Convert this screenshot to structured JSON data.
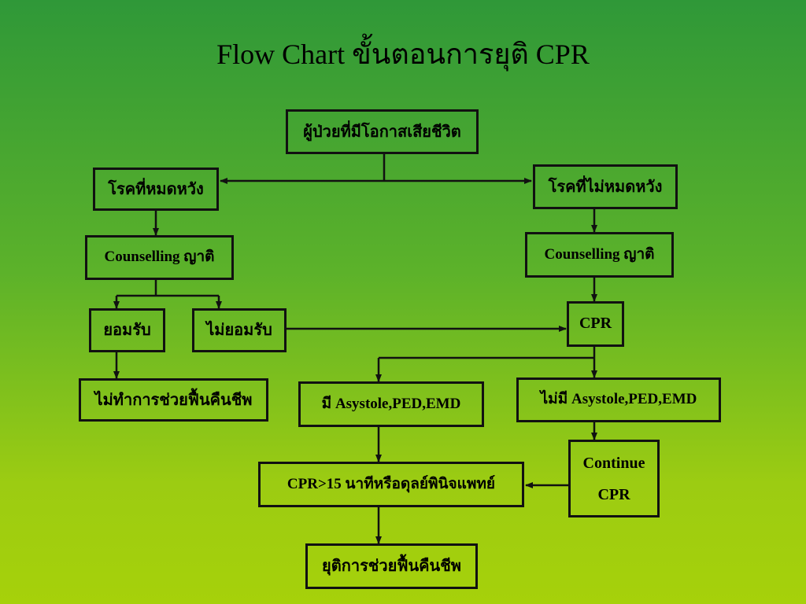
{
  "title": "Flow Chart ขั้นตอนการยุติ CPR",
  "nodes": {
    "patient": "ผู้ป่วยที่มีโอกาสเสียชีวิต",
    "hopeless": "โรคที่หมดหวัง",
    "not_hopeless": "โรคที่ไม่หมดหวัง",
    "counselling_left": "Counselling ญาติ",
    "counselling_right": "Counselling ญาติ",
    "accept": "ยอมรับ",
    "not_accept": "ไม่ยอมรับ",
    "no_resuscitation": "ไม่ทำการช่วยฟื้นคืนชีพ",
    "cpr": "CPR",
    "has_asystole": "มี Asystole,PED,EMD",
    "no_asystole": "ไม่มี Asystole,PED,EMD",
    "continue_line1": "Continue",
    "continue_line2": "CPR",
    "cpr_15": "CPR>15 นาทีหรือดุลย์พินิจแพทย์",
    "stop": "ยุติการช่วยฟื้นคืนชีพ"
  },
  "colors": {
    "bg_top": "#2f9838",
    "bg_bottom": "#a6d10a",
    "line": "#111111"
  }
}
